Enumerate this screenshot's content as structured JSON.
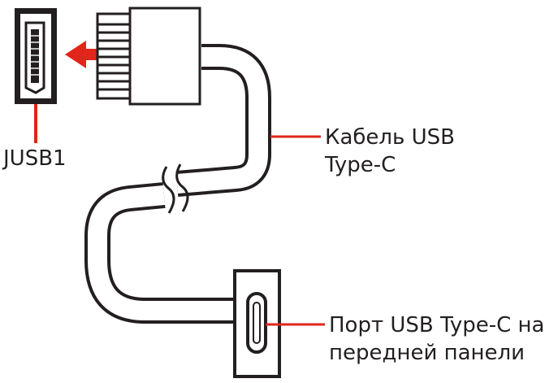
{
  "colors": {
    "accent": "#e1251b",
    "outline": "#231f20",
    "background": "#ffffff"
  },
  "labels": {
    "header": "JUSB1",
    "cable_line1": "Кабель USB",
    "cable_line2": "Type-C",
    "port_line1": "Порт USB Type-C на",
    "port_line2": "передней панели"
  },
  "icons": {
    "header": "usb-header-icon",
    "connector": "usb-connector-icon",
    "port": "usb-type-c-port-icon",
    "arrow": "insert-arrow-icon"
  }
}
